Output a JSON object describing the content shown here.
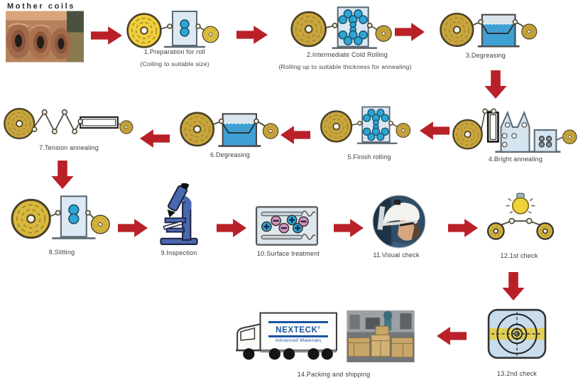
{
  "header": {
    "title": "Mother coils"
  },
  "brand": {
    "name": "NEXTECK",
    "registered": "®",
    "tagline": "Advanced Materials",
    "color": "#1B55A5"
  },
  "colors": {
    "arrow": "#B92028",
    "coil_bright": "#F0CF3A",
    "coil_olive": "#C9A53C",
    "machine_body": "#DCE9F4",
    "roller_blue": "#2CA6D6",
    "liquid_blue": "#3FA0D4",
    "plus_ion": "#2FA7D4",
    "minus_ion": "#D48FB4",
    "check_band_yellow": "#E0CE56"
  },
  "steps": [
    {
      "label": "1.Preparation for roll",
      "sublabel": "(Coiling to suitable size)",
      "icon": "coil-two-roller-mill"
    },
    {
      "label": "2.Intermediate Cold Rolling",
      "sublabel": "(Rolling up to suitable thickness for annealing)",
      "icon": "coil-cluster-mill"
    },
    {
      "label": "3.Degreasing",
      "icon": "degreasing-tank"
    },
    {
      "label": "4.Bright annealing",
      "icon": "bright-annealing-line"
    },
    {
      "label": "5.Finish rolling",
      "icon": "coil-cluster-mill"
    },
    {
      "label": "6.Degreasing",
      "icon": "degreasing-tank"
    },
    {
      "label": "7.Tension annealing",
      "icon": "tension-annealing-furnace"
    },
    {
      "label": "8.Slitting",
      "icon": "coil-two-roller-mill"
    },
    {
      "label": "9.Inspection",
      "icon": "microscope"
    },
    {
      "label": "10.Surface treatment",
      "icon": "electrolytic-bath"
    },
    {
      "label": "11.Visual check",
      "icon": "worker-photo"
    },
    {
      "label": "12.1st check",
      "icon": "lamp-inspection"
    },
    {
      "label": "13.2nd check",
      "icon": "crosshair-gauge"
    },
    {
      "label": "14.Packing and shipping",
      "icon": "truck-and-crates"
    }
  ]
}
